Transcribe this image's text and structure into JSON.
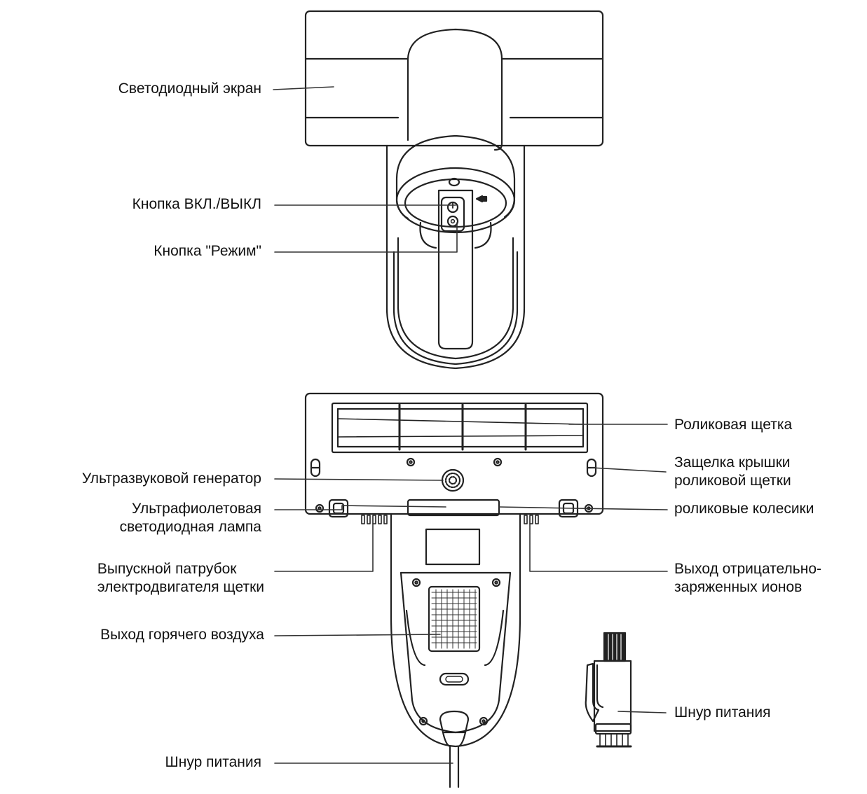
{
  "top_view": {
    "label_led_screen": "Светодиодный экран",
    "label_power_button": "Кнопка ВКЛ./ВЫКЛ",
    "label_mode_button": "Кнопка \"Режим\""
  },
  "bottom_view": {
    "label_roller_brush": "Роликовая щетка",
    "label_latch_line1": "Защелка крышки",
    "label_latch_line2": "роликовой щетки",
    "label_ultrasonic": "Ультразвуковой генератор",
    "label_uv_line1": "Ультрафиолетовая",
    "label_uv_line2": "светодиодная лампа",
    "label_wheels": "роликовые колесики",
    "label_exhaust_line1": "Выпускной патрубок",
    "label_exhaust_line2": "электродвигателя щетки",
    "label_ions_line1": "Выход отрицательно-",
    "label_ions_line2": "заряженных ионов",
    "label_hot_air": "Выход горячего воздуха",
    "label_power_cord_bottom": "Шнур питания"
  },
  "accessory": {
    "label_power_cord_brush": "Шнур питания"
  }
}
